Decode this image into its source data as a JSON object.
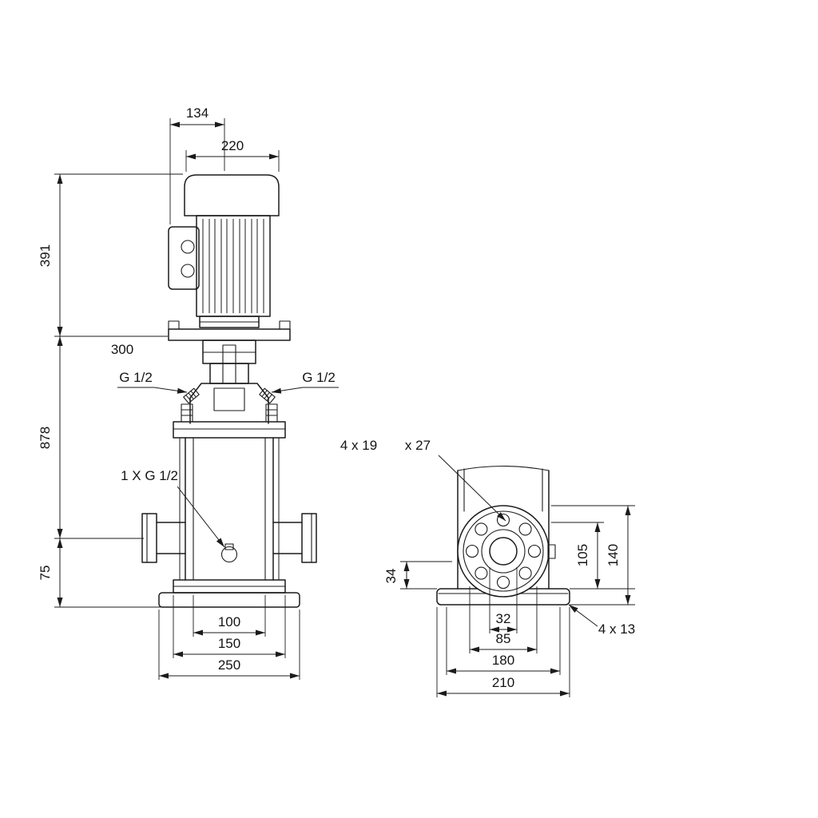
{
  "front": {
    "d134": "134",
    "d220": "220",
    "d391": "391",
    "d300": "300",
    "d878": "878",
    "d75": "75",
    "g_left": "G 1/2",
    "g_right": "G 1/2",
    "drain": "1 X G 1/2",
    "d100": "100",
    "d150": "150",
    "d250": "250"
  },
  "side": {
    "holes_a": "4 x 19",
    "holes_b": "x 27",
    "d34": "34",
    "d105": "105",
    "d140": "140",
    "d32": "32",
    "d85": "85",
    "d180": "180",
    "d210": "210",
    "base_holes": "4 x 13"
  },
  "colors": {
    "line": "#1b1b1b",
    "background": "#ffffff"
  }
}
